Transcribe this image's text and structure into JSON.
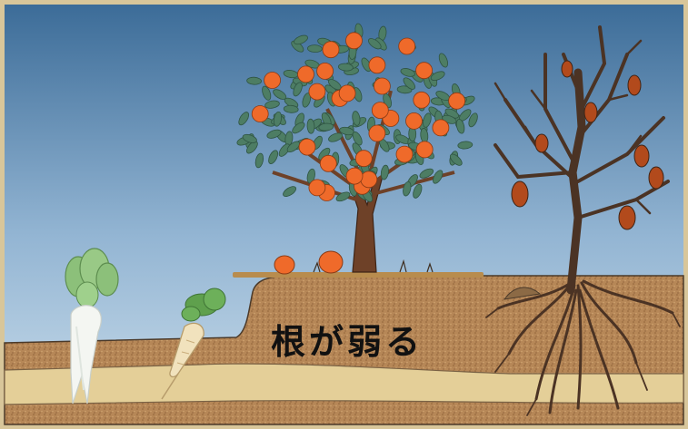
{
  "caption": "根が弱る",
  "colors": {
    "sky_top": "#3f6f9a",
    "sky_bottom": "#bcd3e6",
    "soil": "#b98a5c",
    "soil_layer": "#e3cc95",
    "persimmon": "#ef6a2a",
    "leaf": "#4d7d64",
    "trunk": "#6e4128"
  },
  "icons": [
    "daikon-radish",
    "carrot",
    "persimmon-tree-healthy",
    "persimmon-tree-withered"
  ]
}
